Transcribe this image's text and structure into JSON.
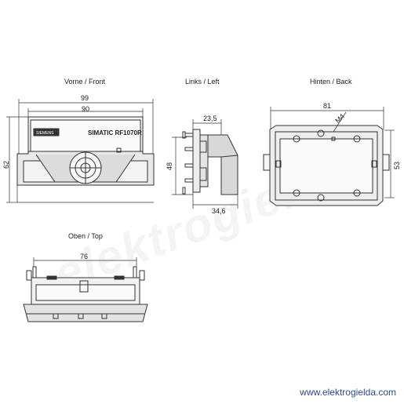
{
  "views": {
    "front": {
      "title": "Vorne / Front",
      "dims": [
        "99",
        "90",
        "62"
      ],
      "brand": "SIEMENS",
      "model": "SIMATIC RF1070R"
    },
    "left": {
      "title": "Links / Left",
      "dims": [
        "23,5",
        "48",
        "34,6"
      ]
    },
    "back": {
      "title": "Hinten / Back",
      "dims": [
        "81",
        "53",
        "M4"
      ]
    },
    "top": {
      "title": "Oben / Top",
      "dims": [
        "76"
      ]
    }
  },
  "watermark": "elektrogielda",
  "footer": {
    "url": "www.elektrogielda.com",
    "color": "#2b4a9a"
  },
  "colors": {
    "line": "#333333",
    "fill_light": "#eeeeee",
    "fill_dark": "#d4d4d4"
  }
}
